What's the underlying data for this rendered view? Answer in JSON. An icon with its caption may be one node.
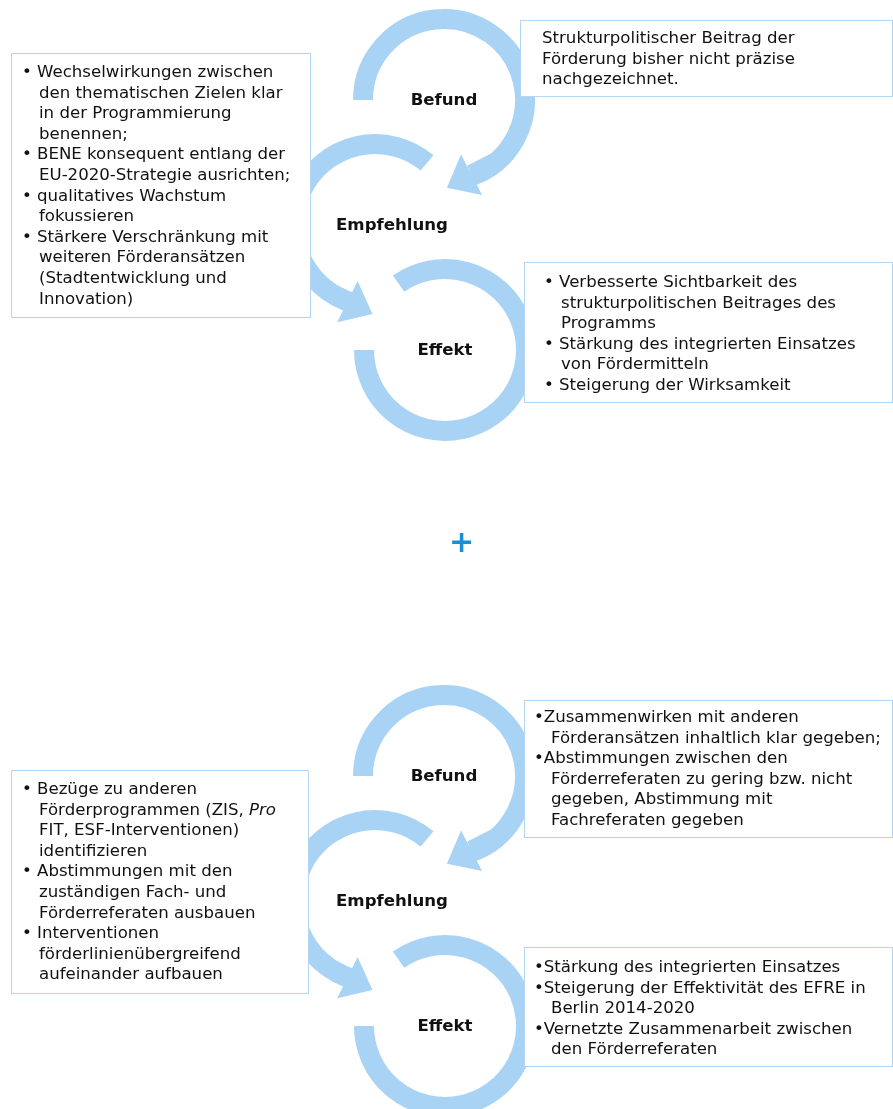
{
  "diagram": {
    "nodes": [
      {
        "text": [
          "Befund"
        ]
      },
      {
        "text": [
          "Strukturpolitischer Beitrag der Förderung bisher nicht präzise nachgezeichnet."
        ]
      },
      {
        "text": [
          "• Wechselwirkungen zwischen den thematischen Zielen klar in der Programmierung benennen;",
          "• BENE konsequent entlang der EU-2020-Strategie ausrichten;",
          "• qualitatives Wachstum fokussieren",
          "• Stärkere Verschränkung mit weiteren Förderansätzen (Stadtentwicklung und Innovation)"
        ]
      },
      {
        "text": [
          "Empfehlung"
        ]
      },
      {
        "text": [
          "Effekt"
        ]
      },
      {
        "text": [
          "• Verbesserte Sichtbarkeit des strukturpolitischen Beitrages des Programms",
          "• Stärkung des integrierten Einsatzes von Fördermitteln",
          "• Steigerung der Wirksamkeit"
        ]
      },
      {
        "text": [
          "Befund"
        ]
      },
      {
        "text": [
          "•Zusammenwirken mit anderen Förderansätzen inhaltlich klar gegeben;",
          "•Abstimmungen zwischen den Förderreferaten zu gering bzw. nicht gegeben, Abstimmung mit Fachreferaten gegeben"
        ]
      },
      {
        "text": [
          "• Bezüge zu anderen Förderprogrammen (ZIS, *Pro* FIT, ESF-Interventionen) identifizieren",
          "• Abstimmungen mit den zuständigen Fach- und Förderreferaten ausbauen",
          "• Interventionen förderlinienübergreifend aufeinander aufbauen"
        ]
      },
      {
        "text": [
          "Empfehlung"
        ]
      },
      {
        "text": [
          "Effekt"
        ]
      },
      {
        "text": [
          "•Stärkung des integrierten Einsatzes",
          "•Steigerung der Effektivität des EFRE in Berlin 2014-2020",
          "•Vernetzte Zusammenarbeit zwischen den Förderreferaten"
        ]
      }
    ],
    "edges": [
      {
        "from": 0,
        "to": 3,
        "arrow": "to"
      },
      {
        "from": 3,
        "to": 4,
        "arrow": "to"
      },
      {
        "from": 6,
        "to": 9,
        "arrow": "to"
      },
      {
        "from": 9,
        "to": 10,
        "arrow": "to"
      }
    ],
    "labels": [
      "+"
    ]
  }
}
